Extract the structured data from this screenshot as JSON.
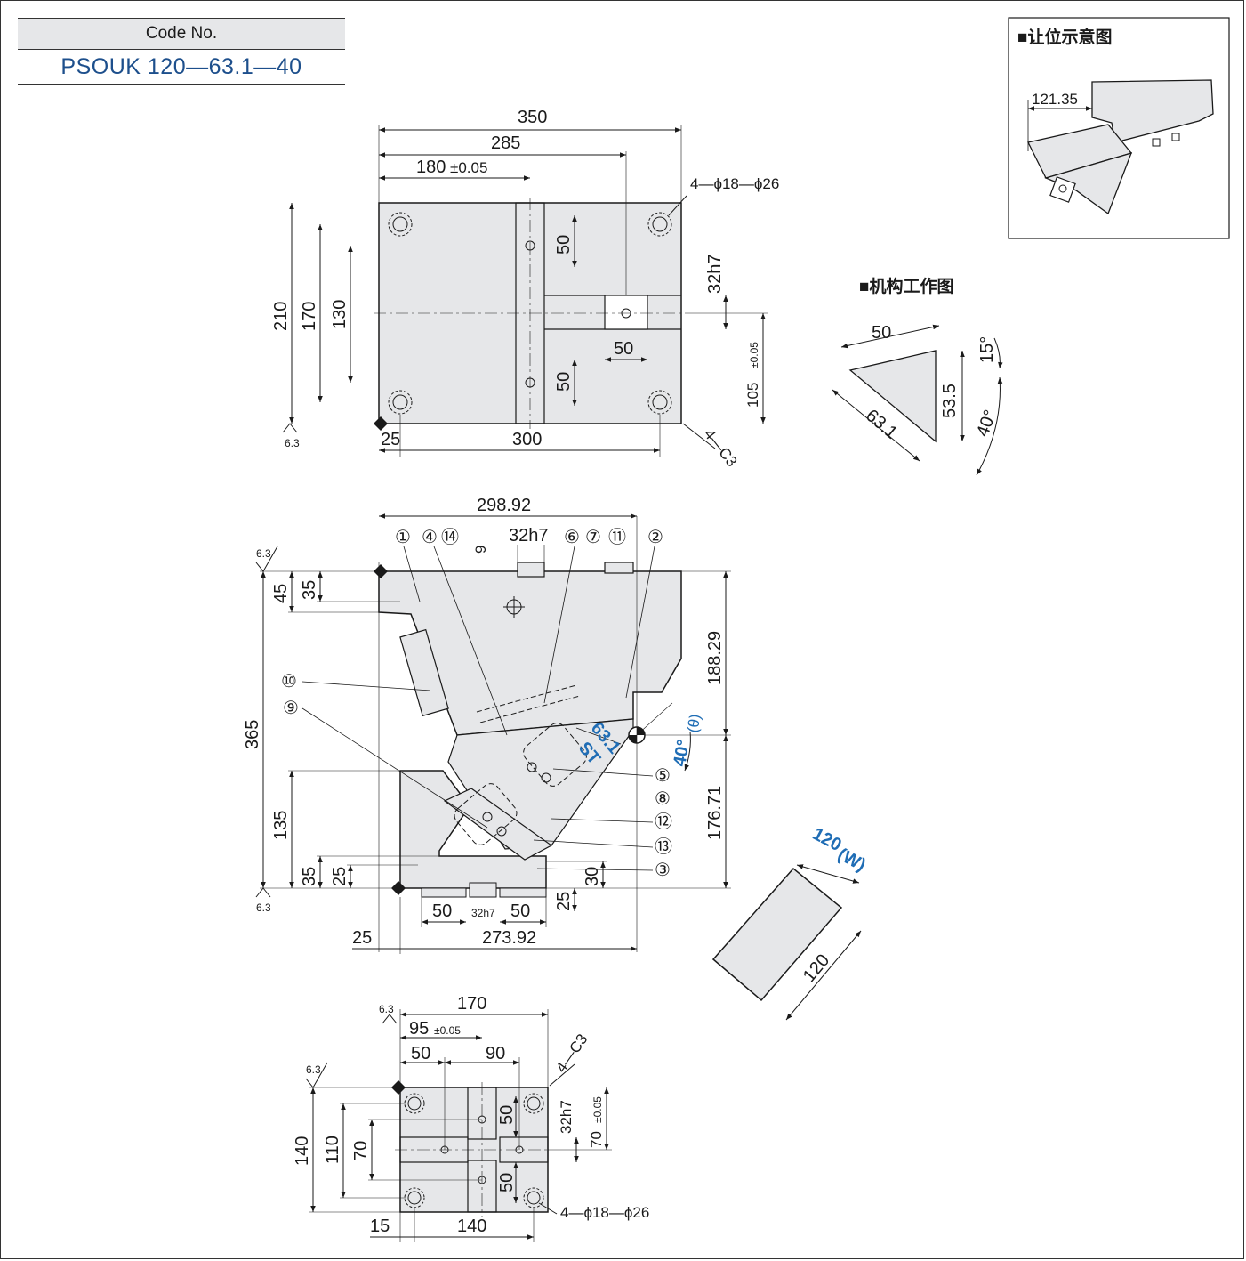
{
  "code": {
    "label": "Code No.",
    "value": "PSOUK 120—63.1—40"
  },
  "inset_clearance": {
    "title": "■让位示意图",
    "dim": "121.35"
  },
  "inset_mechanism": {
    "title": "■机构工作图",
    "d50": "50",
    "d53_5": "53.5",
    "d63_1": "63.1",
    "a15": "15°",
    "a40": "40°"
  },
  "top_view": {
    "d350": "350",
    "d285": "285",
    "d180": "180",
    "tol005": "±0.05",
    "holes": "4—ϕ18—ϕ26",
    "d50a": "50",
    "d50b": "50",
    "d50c": "50",
    "d32h7": "32h7",
    "d210": "210",
    "d170": "170",
    "d130": "130",
    "d105": "105",
    "d25": "25",
    "d300": "300",
    "chamfer": "4—C3",
    "r63": "6.3"
  },
  "front_view": {
    "d298": "298.92",
    "d32h7": "32h7",
    "d9": "9",
    "c1": "①",
    "c4": "④",
    "c14": "⑭",
    "c6": "⑥",
    "c7": "⑦",
    "c11": "⑪",
    "c2": "②",
    "c10": "⑩",
    "c9": "⑨",
    "c5": "⑤",
    "c8": "⑧",
    "c12": "⑫",
    "c13": "⑬",
    "c3": "③",
    "d45": "45",
    "d35a": "35",
    "d365": "365",
    "d135": "135",
    "d35b": "35",
    "d25a": "25",
    "d188": "188.29",
    "d176": "176.71",
    "d30": "30",
    "d25b": "25",
    "d50a": "50",
    "d32small": "32h7",
    "d50b": "50",
    "d25c": "25",
    "d273": "273.92",
    "st63": "63.1",
    "st": "ST",
    "ang": "40°",
    "theta": "(θ)",
    "r63": "6.3"
  },
  "width_view": {
    "w120": "120",
    "w": "(W)",
    "d120": "120"
  },
  "bottom_view": {
    "d170": "170",
    "d95": "95",
    "tol005": "±0.05",
    "d50": "50",
    "d90": "90",
    "chamfer": "4—C3",
    "d140v": "140",
    "d110": "110",
    "d70": "70",
    "d50a": "50",
    "d50b": "50",
    "d32h7": "32h7",
    "d70t": "70",
    "d15": "15",
    "d140": "140",
    "holes": "4—ϕ18—ϕ26",
    "r63": "6.3"
  },
  "colors": {
    "fill": "#e6e7e9",
    "line": "#1a1a1a",
    "accent": "#1f6db5",
    "code": "#1d4f8c"
  }
}
